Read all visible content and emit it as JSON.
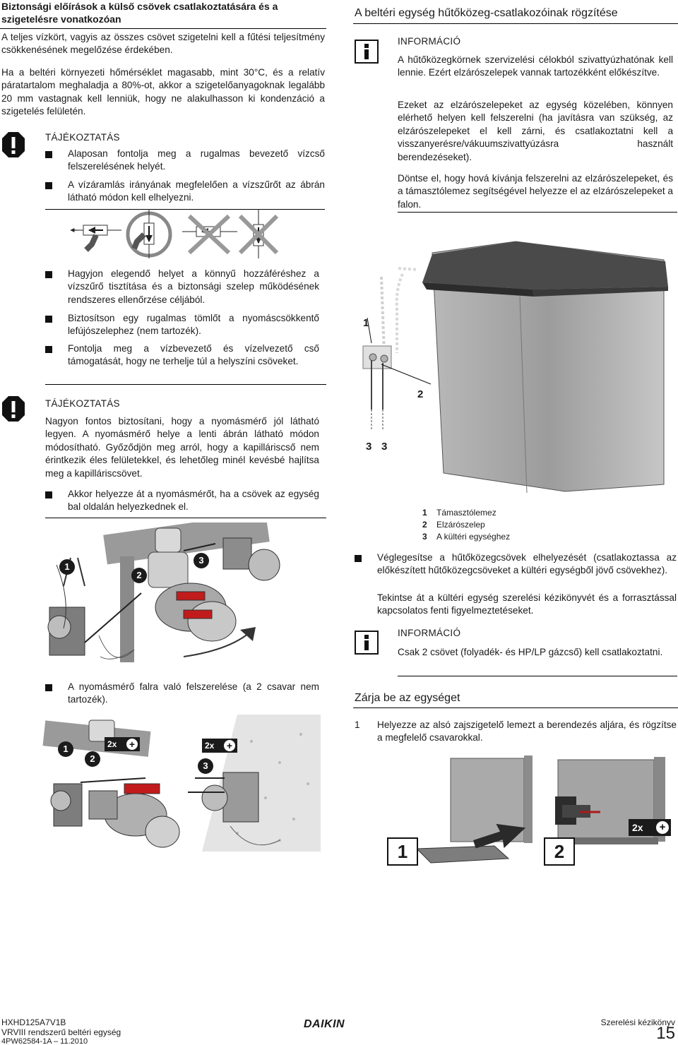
{
  "left": {
    "heading": "Biztonsági előírások a külső csövek csatlakoztatására és a szigetelésre vonatkozóan",
    "p1": "A teljes vízkört, vagyis az összes csövet szigetelni kell a fűtési teljesítmény csökkenésének megelőzése érdekében.",
    "p2": "Ha a beltéri környezeti hőmérséklet magasabb, mint 30°C, és a relatív páratartalom meghaladja a 80%-ot, akkor a szigetelőanyagoknak legalább 20 mm vastagnak kell lenniük, hogy ne alakulhasson ki kondenzáció a szigetelés felületén.",
    "notice1": {
      "title": "TÁJÉKOZTATÁS",
      "items": [
        "Alaposan fontolja meg a rugalmas bevezető vízcső felszerelésének helyét.",
        "A vízáramlás irányának megfelelően a vízszűrőt az ábrán látható módon kell elhelyezni."
      ]
    },
    "bullets2": [
      "Hagyjon elegendő helyet a könnyű hozzáféréshez a vízszűrő tisztítása és a biztonsági szelep működésének rendszeres ellenőrzése céljából.",
      "Biztosítson egy rugalmas tömlőt a nyomáscsökkentő lefújószelephez (nem tartozék).",
      "Fontolja meg a vízbevezető és vízelvezető cső támogatását, hogy ne terhelje túl a helyszíni csöveket."
    ],
    "notice2": {
      "title": "TÁJÉKOZTATÁS",
      "text": "Nagyon fontos biztosítani, hogy a nyomásmérő jól látható legyen. A nyomásmérő helye a lenti ábrán látható módon módosítható. Győződjön meg arról, hogy a kapilláriscső nem érintkezik éles felületekkel, és lehetőleg minél kevésbé hajlítsa meg a kapilláriscsövet.",
      "bullet": "Akkor helyezze át a nyomásmérőt, ha a csövek az egység bal oldalán helyezkednek el."
    },
    "fig1_callouts": [
      "1",
      "2",
      "3"
    ],
    "bullet3": "A nyomásmérő falra való felszerelése (a 2 csavar nem tartozék).",
    "fig2_callouts": [
      "1",
      "2",
      "3"
    ],
    "fig2_badge": "2x"
  },
  "right": {
    "heading": "A beltéri egység hűtőközeg-csatlakozóinak rögzítése",
    "info1": {
      "title": "INFORMÁCIÓ",
      "p1": "A hűtőközegkörnek szervizelési célokból szivattyúzhatónak kell lennie. Ezért elzárószelepek vannak tartozékként előkészítve.",
      "p2": "Ezeket az elzárószelepeket az egység közelében, könnyen elérhető helyen kell felszerelni (ha javításra van szükség, az elzárószelepeket el kell zárni, és csatlakoztatni kell a visszanyerésre/vákuumszivattyúzásra használt berendezéseket).",
      "p3": "Döntse el, hogy hová kívánja felszerelni az elzárószelepeket, és a támasztólemez segítségével helyezze el az elzárószelepeket a falon."
    },
    "unit_callouts": {
      "c1": "1",
      "c2": "2",
      "c3a": "3",
      "c3b": "3"
    },
    "legend": [
      {
        "num": "1",
        "label": "Támasztólemez"
      },
      {
        "num": "2",
        "label": "Elzárószelep"
      },
      {
        "num": "3",
        "label": "A kültéri egységhez"
      }
    ],
    "bullet1": "Véglegesítse a hűtőközegcsövek elhelyezését (csatlakoztassa az előkészített hűtőközegcsöveket a kültéri egységből jövő csövekhez).",
    "bullet1b": "Tekintse át a kültéri egység szerelési kézikönyvét és a forrasztással kapcsolatos fenti figyelmeztetéseket.",
    "info2": {
      "title": "INFORMÁCIÓ",
      "text": "Csak 2 csövet (folyadék- és HP/LP gázcső) kell csatlakoztatni."
    },
    "heading2": "Zárja be az egységet",
    "step1_num": "1",
    "step1": "Helyezze az alsó zajszigetelő lemezt a berendezés aljára, és rögzítse a megfelelő csavarokkal.",
    "bottom_badges": [
      "1",
      "2"
    ],
    "bottom_badge_2x": "2x"
  },
  "footer": {
    "model": "HXHD125A7V1B",
    "product": "VRVIII rendszerű beltéri egység",
    "doc": "4PW62584-1A – 11.2010",
    "brand": "DAIKIN",
    "manual": "Szerelési kézikönyv",
    "page": "15"
  }
}
